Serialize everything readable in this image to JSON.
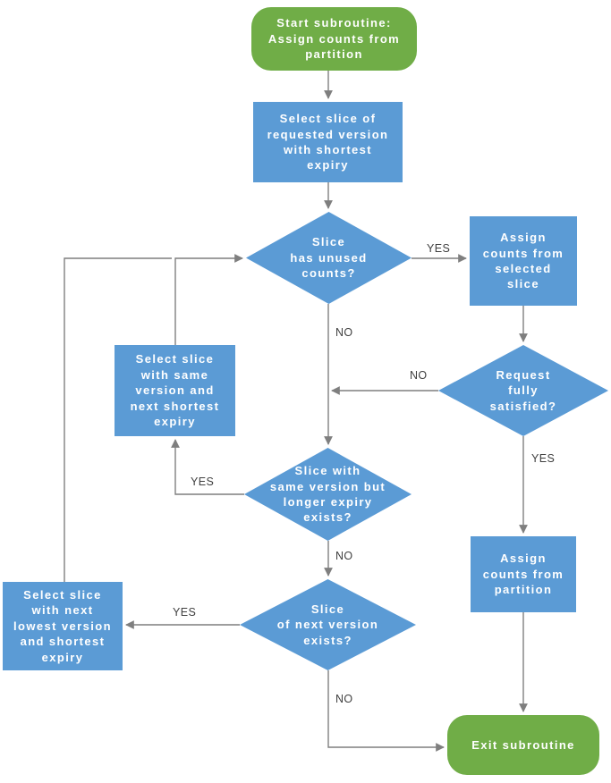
{
  "diagram": {
    "title": "Assign counts from partition subroutine flowchart",
    "colors": {
      "terminator": "#70AD47",
      "process": "#5B9BD5",
      "decision": "#5B9BD5",
      "connector": "#7F7F7F",
      "node_text": "#FFFFFF",
      "edge_label_text": "#404040",
      "background": "#FFFFFF"
    },
    "nodes": [
      {
        "id": "start",
        "type": "terminator",
        "text": "Start subroutine:\nAssign counts from\npartition"
      },
      {
        "id": "select_requested",
        "type": "process",
        "text": "Select slice of\nrequested version\nwith shortest\nexpiry"
      },
      {
        "id": "has_unused",
        "type": "decision",
        "text": "Slice\nhas unused\ncounts?"
      },
      {
        "id": "assign_selected",
        "type": "process",
        "text": "Assign\ncounts from\nselected\nslice"
      },
      {
        "id": "fully_satisfied",
        "type": "decision",
        "text": "Request\nfully\nsatisfied?"
      },
      {
        "id": "select_same_version",
        "type": "process",
        "text": "Select slice\nwith same\nversion and\nnext shortest\nexpiry"
      },
      {
        "id": "longer_expiry_exists",
        "type": "decision",
        "text": "Slice with\nsame version but\nlonger expiry\nexists?"
      },
      {
        "id": "assign_partition",
        "type": "process",
        "text": "Assign\ncounts from\npartition"
      },
      {
        "id": "select_next_lowest",
        "type": "process",
        "text": "Select slice\nwith next\nlowest version\nand shortest\nexpiry"
      },
      {
        "id": "next_version_exists",
        "type": "decision",
        "text": "Slice\nof next version\nexists?"
      },
      {
        "id": "exit",
        "type": "terminator",
        "text": "Exit subroutine"
      }
    ],
    "edge_labels": [
      {
        "id": "has_unused_yes",
        "text": "YES"
      },
      {
        "id": "has_unused_no",
        "text": "NO"
      },
      {
        "id": "fully_satisfied_no",
        "text": "NO"
      },
      {
        "id": "fully_satisfied_yes",
        "text": "YES"
      },
      {
        "id": "longer_expiry_yes",
        "text": "YES"
      },
      {
        "id": "longer_expiry_no",
        "text": "NO"
      },
      {
        "id": "next_version_yes",
        "text": "YES"
      },
      {
        "id": "next_version_no",
        "text": "NO"
      }
    ]
  }
}
